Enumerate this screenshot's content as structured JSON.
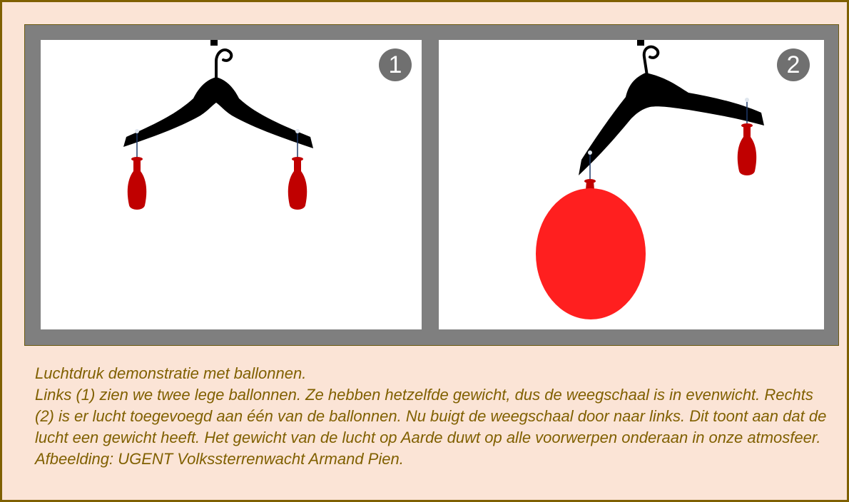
{
  "panels": [
    {
      "badge": "1"
    },
    {
      "badge": "2"
    }
  ],
  "caption": {
    "title": "Luchtdruk demonstratie met ballonnen.",
    "body": "Links (1) zien we twee lege ballonnen. Ze hebben hetzelfde gewicht, dus de weegschaal is in evenwicht. Rechts (2) is er lucht toegevoegd aan één van de ballonnen. Nu buigt de weegschaal door naar links. Dit toont aan dat de lucht een gewicht heeft. Het gewicht van de lucht op Aarde duwt op alle voorwerpen onderaan in onze atmosfeer.",
    "credit": "Afbeelding: UGENT Volkssterrenwacht Armand Pien."
  },
  "colors": {
    "background": "#fbe4d6",
    "border": "#7f6000",
    "frame": "#7f7f7f",
    "caption_text": "#806000",
    "deflated_balloon": "#c00000",
    "inflated_balloon": "#ff1f1f",
    "hanger": "#000000"
  }
}
